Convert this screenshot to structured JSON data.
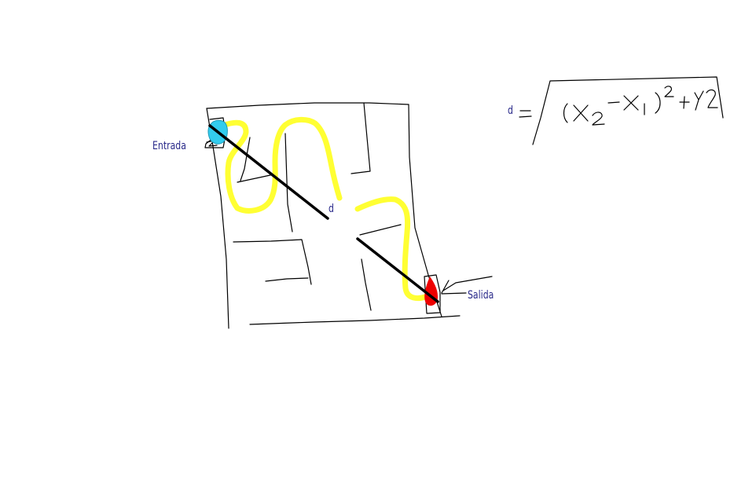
{
  "labels": {
    "entrada": "Entrada",
    "salida": "Salida",
    "distance": "d",
    "formula_d": "d"
  },
  "formula": {
    "parts": [
      "=",
      "(X",
      "2",
      "-X",
      "1",
      ")",
      "2",
      "+Y",
      "2"
    ]
  },
  "colors": {
    "maze_walls": "#000000",
    "path": "#ffff33",
    "path_edge": "#e5e500",
    "start_marker": "#33ccee",
    "exit_marker": "#ee0000",
    "label_text": "#2a2a8a",
    "distance_line": "#000000"
  }
}
